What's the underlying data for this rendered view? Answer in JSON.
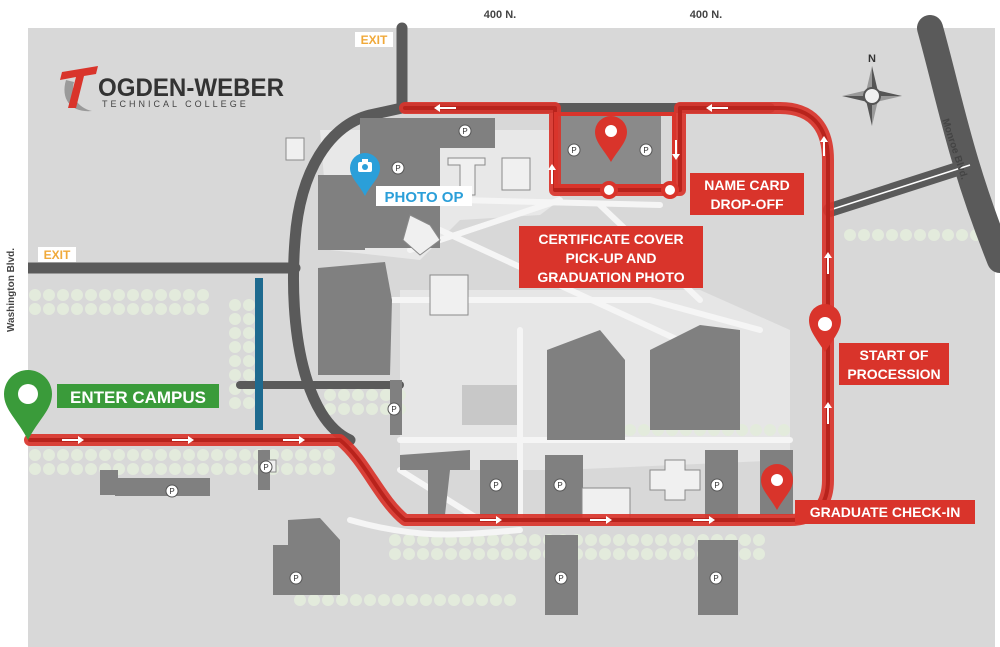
{
  "streets": {
    "north_1": "400 N.",
    "north_2": "400 N.",
    "west": "Washington Blvd.",
    "east": "Monroe Blvd."
  },
  "exits": {
    "north": "EXIT",
    "west": "EXIT"
  },
  "logo": {
    "name": "OGDEN-WEBER",
    "tagline": "TECHNICAL COLLEGE"
  },
  "compass": {
    "north": "N"
  },
  "parking_symbol": "P",
  "labels": {
    "enter_campus": "ENTER CAMPUS",
    "photo_op": "PHOTO OP",
    "name_card_line1": "NAME CARD",
    "name_card_line2": "DROP-OFF",
    "certificate_line1": "CERTIFICATE COVER",
    "certificate_line2": "PICK-UP AND",
    "certificate_line3": "GRADUATION PHOTO",
    "procession_line1": "START OF",
    "procession_line2": "PROCESSION",
    "checkin": "GRADUATE CHECK-IN"
  },
  "colors": {
    "route": "#d9342b",
    "enter": "#3a9b3a",
    "photo": "#2b9fd9",
    "building": "#808080",
    "ground": "#d8d8d8",
    "road": "#5a5a5a",
    "tree": "#dfe7d8",
    "exit": "#f0a93a",
    "water": "#1e6a8f"
  }
}
